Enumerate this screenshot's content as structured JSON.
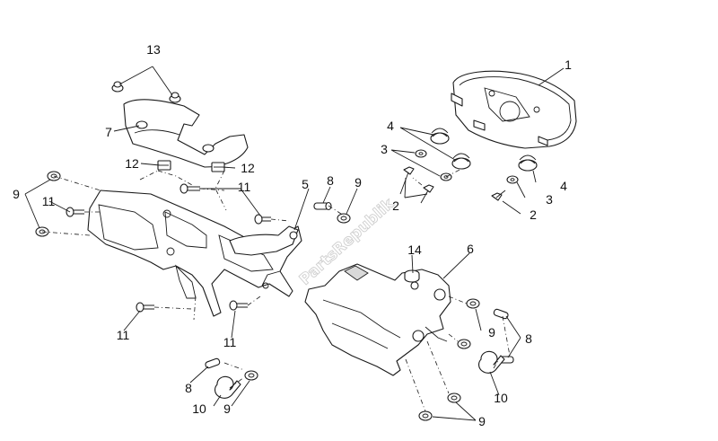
{
  "diagram": {
    "watermark": "PartsRepublik",
    "callouts": [
      {
        "id": "c1",
        "label": "1"
      },
      {
        "id": "c2a",
        "label": "2"
      },
      {
        "id": "c2b",
        "label": "2"
      },
      {
        "id": "c3a",
        "label": "3"
      },
      {
        "id": "c3b",
        "label": "3"
      },
      {
        "id": "c4a",
        "label": "4"
      },
      {
        "id": "c4b",
        "label": "4"
      },
      {
        "id": "c5",
        "label": "5"
      },
      {
        "id": "c6",
        "label": "6"
      },
      {
        "id": "c7",
        "label": "7"
      },
      {
        "id": "c8a",
        "label": "8"
      },
      {
        "id": "c8b",
        "label": "8"
      },
      {
        "id": "c8c",
        "label": "8"
      },
      {
        "id": "c9a",
        "label": "9"
      },
      {
        "id": "c9b",
        "label": "9"
      },
      {
        "id": "c9c",
        "label": "9"
      },
      {
        "id": "c9d",
        "label": "9"
      },
      {
        "id": "c9e",
        "label": "9"
      },
      {
        "id": "c10a",
        "label": "10"
      },
      {
        "id": "c10b",
        "label": "10"
      },
      {
        "id": "c11a",
        "label": "11"
      },
      {
        "id": "c11b",
        "label": "11"
      },
      {
        "id": "c11c",
        "label": "11"
      },
      {
        "id": "c11d",
        "label": "11"
      },
      {
        "id": "c12a",
        "label": "12"
      },
      {
        "id": "c12b",
        "label": "12"
      },
      {
        "id": "c13",
        "label": "13"
      },
      {
        "id": "c14",
        "label": "14"
      }
    ]
  }
}
